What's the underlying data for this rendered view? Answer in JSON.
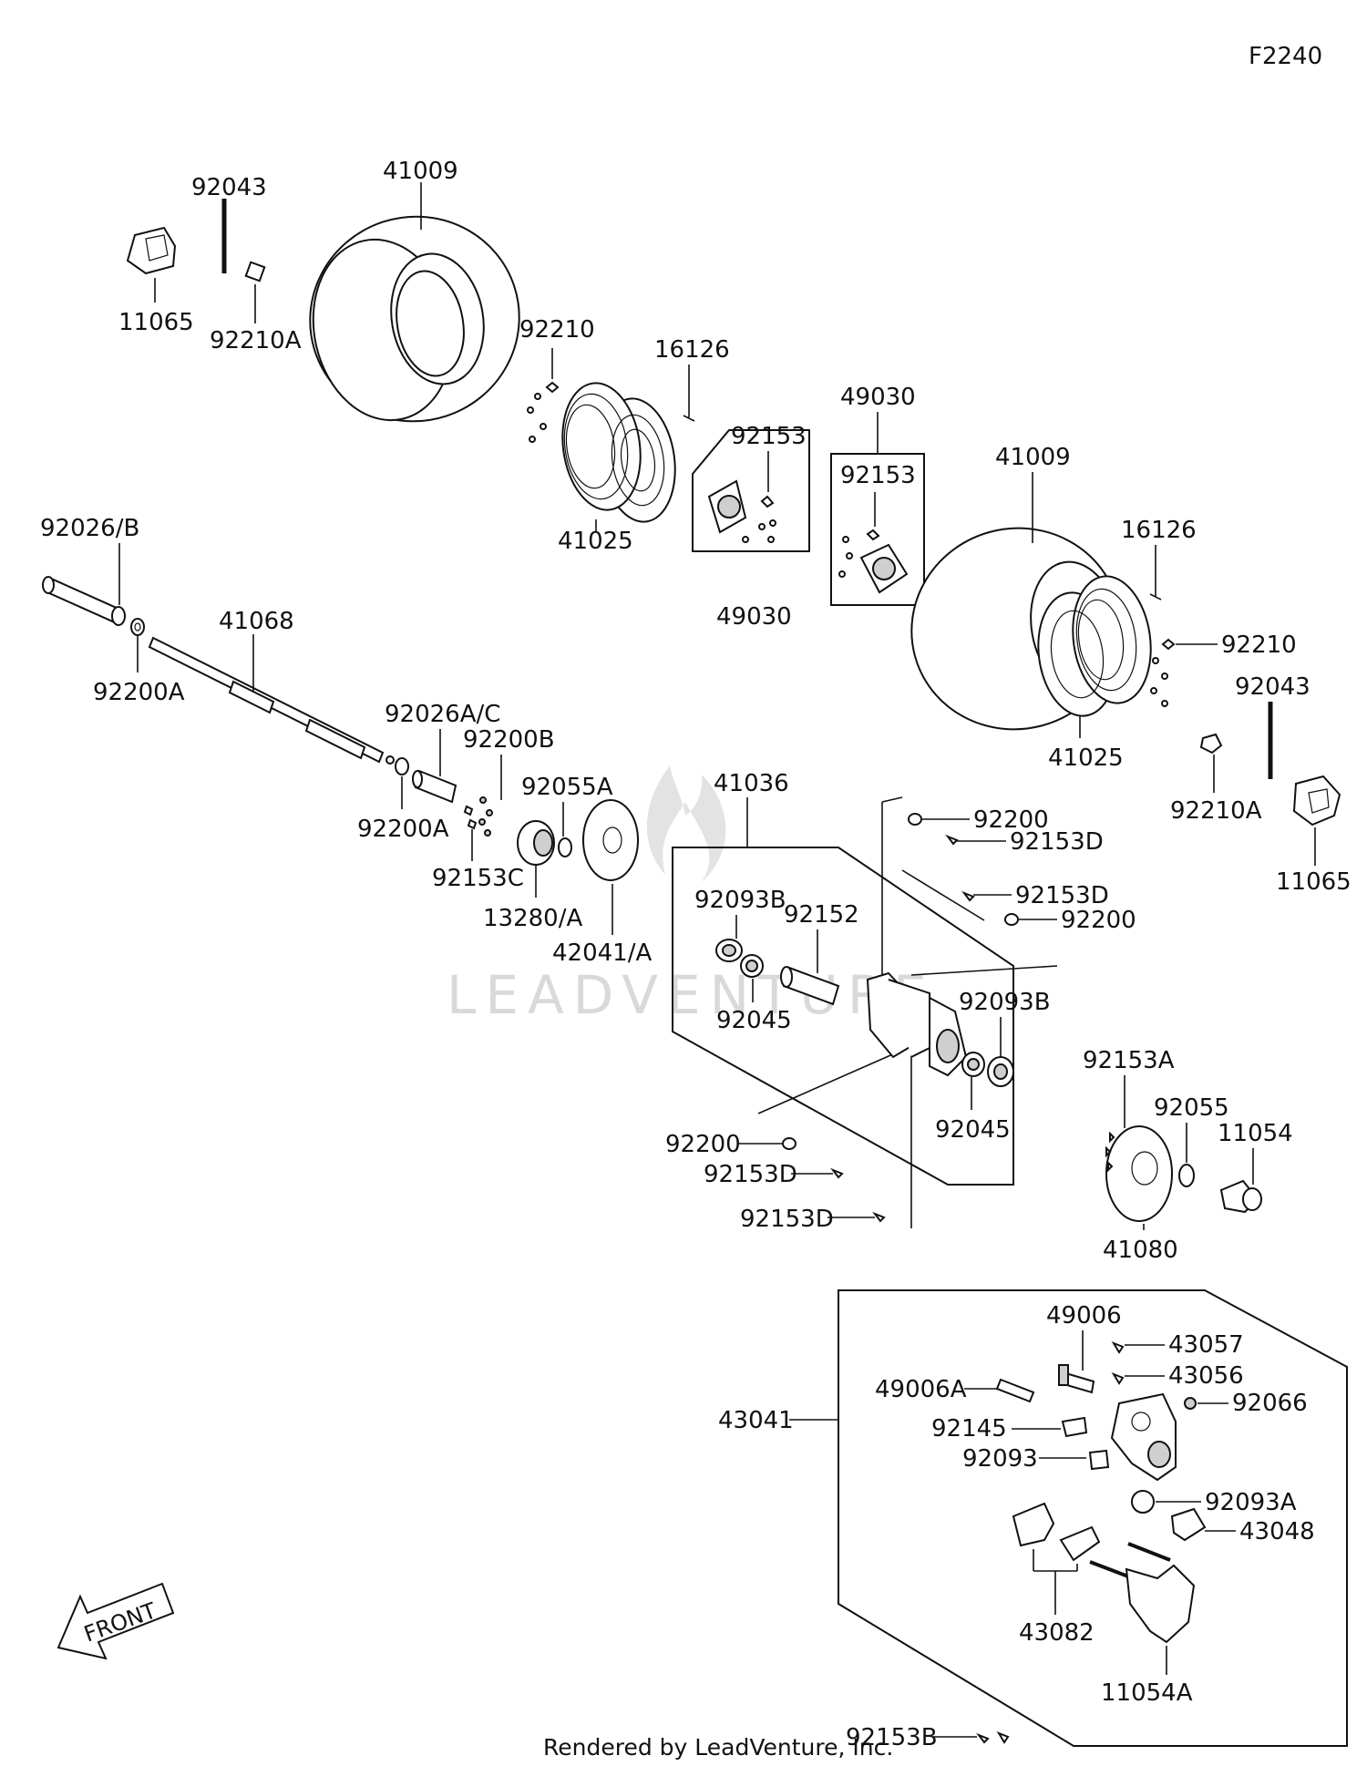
{
  "figure_code": "F2240",
  "footer": "Rendered by LeadVenture, Inc.",
  "watermark": "LEADVENTURE",
  "front_arrow_label": "FRONT",
  "labels": {
    "l41009a": "41009",
    "l92043a": "92043",
    "l11065a": "11065",
    "l92210Aa": "92210A",
    "l92210a": "92210",
    "l16126a": "16126",
    "l41025a": "41025",
    "l92153a": "92153",
    "l49030a": "49030",
    "l49030b": "49030",
    "l92153b": "92153",
    "l41009b": "41009",
    "l16126b": "16126",
    "l92210b": "92210",
    "l92043b": "92043",
    "l41025b": "41025",
    "l92210Ab": "92210A",
    "l11065b": "11065",
    "l92026B": "92026/B",
    "l41068": "41068",
    "l92200Aa": "92200A",
    "l92026AC": "92026A/C",
    "l92200B": "92200B",
    "l92200Ab": "92200A",
    "l92055A": "92055A",
    "l92153C": "92153C",
    "l13280A": "13280/A",
    "l42041A": "42041/A",
    "l41036": "41036",
    "l92200a": "92200",
    "l92153Da": "92153D",
    "l92153Db": "92153D",
    "l92200b": "92200",
    "l92093Ba": "92093B",
    "l92152": "92152",
    "l92045a": "92045",
    "l92093Bb": "92093B",
    "l92045b": "92045",
    "l92200c": "92200",
    "l92153Dc": "92153D",
    "l92153Dd": "92153D",
    "l92153A": "92153A",
    "l92055": "92055",
    "l11054": "11054",
    "l41080": "41080",
    "l49006": "49006",
    "l43057": "43057",
    "l49006A": "49006A",
    "l43056": "43056",
    "l92066": "92066",
    "l43041": "43041",
    "l92145": "92145",
    "l92093": "92093",
    "l92093A": "92093A",
    "l43048": "43048",
    "l43082": "43082",
    "l11054A": "11054A",
    "l92153B": "92153B"
  }
}
